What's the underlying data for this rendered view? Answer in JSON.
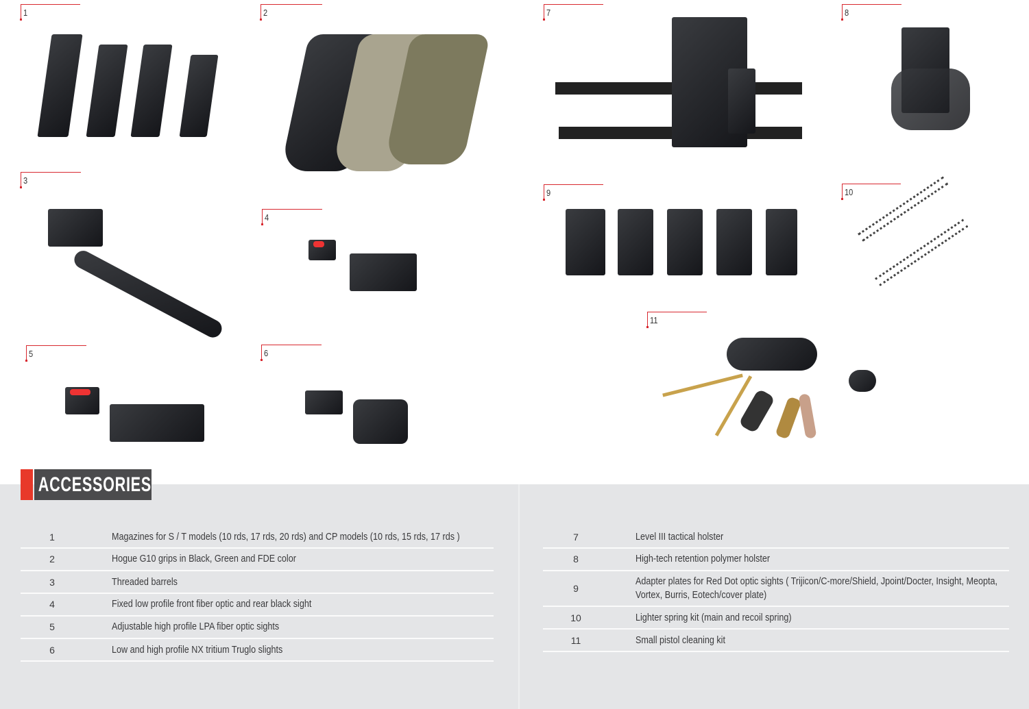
{
  "section_title": "ACCESSORIES",
  "colors": {
    "accent": "#e8392a",
    "header_bg": "#4b4b4d",
    "panel_bg": "#e4e5e7"
  },
  "labels": [
    "1",
    "2",
    "3",
    "4",
    "5",
    "6",
    "7",
    "8",
    "9",
    "10",
    "11"
  ],
  "left_table": [
    {
      "num": "1",
      "text": "Magazines for S / T models (10 rds, 17 rds, 20 rds) and CP models (10 rds, 15 rds, 17 rds )"
    },
    {
      "num": "2",
      "text": "Hogue G10 grips in Black, Green and FDE color"
    },
    {
      "num": "3",
      "text": "Threaded barrels"
    },
    {
      "num": "4",
      "text": "Fixed low profile front fiber optic and rear black sight"
    },
    {
      "num": "5",
      "text": "Adjustable high profile LPA fiber optic sights"
    },
    {
      "num": "6",
      "text": "Low and high profile NX tritium Truglo slights"
    }
  ],
  "right_table": [
    {
      "num": "7",
      "text": "Level III tactical holster"
    },
    {
      "num": "8",
      "text": "High-tech retention polymer holster"
    },
    {
      "num": "9",
      "text": "Adapter plates for Red Dot optic sights ( Trijicon/C-more/Shield, Jpoint/Docter, Insight, Meopta,",
      "text2": "Vortex, Burris, Eotech/cover plate)"
    },
    {
      "num": "10",
      "text": "Lighter spring kit (main and recoil spring)"
    },
    {
      "num": "11",
      "text": "Small pistol cleaning kit"
    }
  ]
}
